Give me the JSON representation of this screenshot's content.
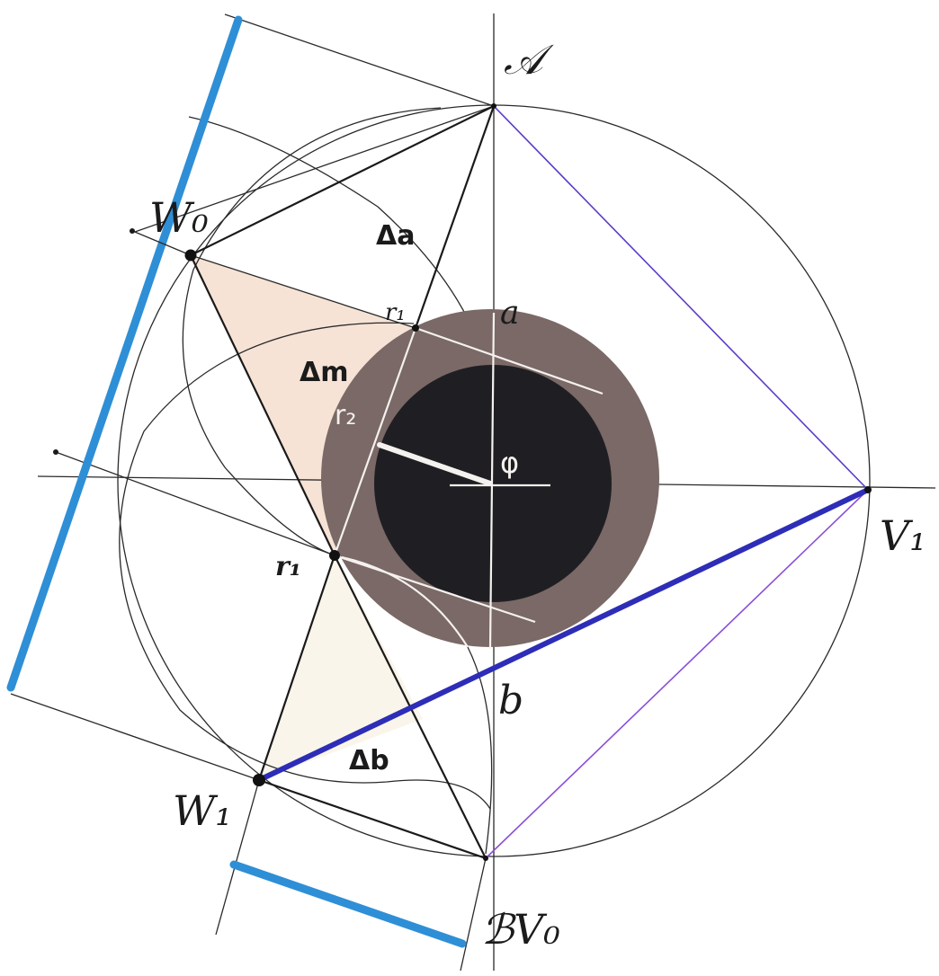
{
  "labels": {
    "A": "𝒜",
    "W0": "W₀",
    "W1": "W₁",
    "V1": "V₁",
    "BV0": "ℬV₀",
    "delta_a": "Δa",
    "delta_m": "Δm",
    "delta_b": "Δb",
    "r1_top": "r₁",
    "r2": "r₂",
    "r1_left": "r₁",
    "a": "a",
    "b": "b",
    "phi": "φ"
  },
  "colors": {
    "ink": "#1b1b1b",
    "blue_marker": "#2e8fd6",
    "thick_edge": "#2d2db8",
    "edge_V1_A": "#5a3cc8",
    "edge_V1_B": "#8a4fd8",
    "ring": "#7a6966",
    "core": "#1f1f23",
    "shading": "#f3d9c8"
  }
}
